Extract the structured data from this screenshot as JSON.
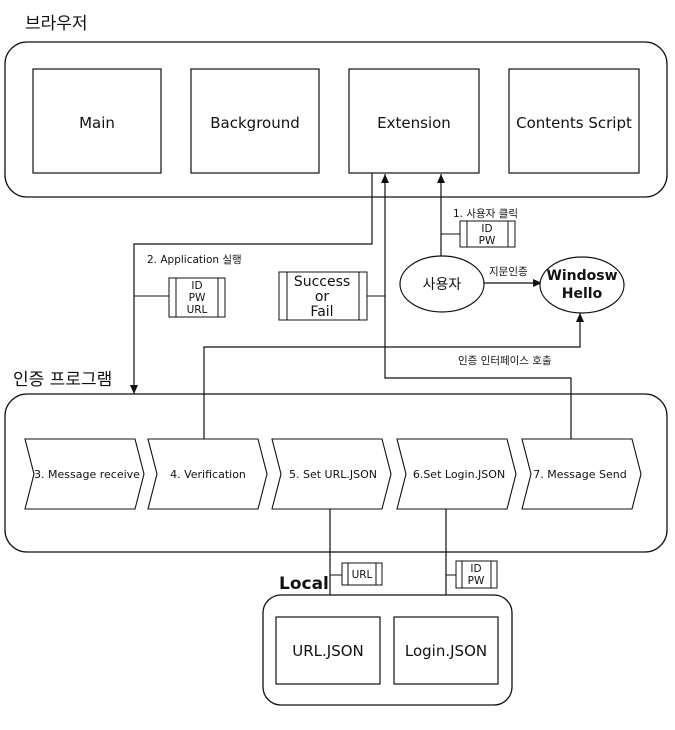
{
  "browser": {
    "title": "브라우저",
    "components": [
      "Main",
      "Background",
      "Extension",
      "Contents Script"
    ]
  },
  "auth_program": {
    "title": "인증 프로그램",
    "steps": [
      "3. Message receive",
      "4. Verification",
      "5. Set URL.JSON",
      "6.Set Login.JSON",
      "7. Message Send"
    ]
  },
  "local": {
    "title": "Local",
    "files": [
      "URL.JSON",
      "Login.JSON"
    ]
  },
  "nodes": {
    "user": "사용자",
    "hello_line1": "Windosw",
    "hello_line2": "Hello"
  },
  "labels": {
    "user_click": "1. 사용자 클릭",
    "app_run": "2. Application 실행",
    "fingerprint": "지문인증",
    "interface_call": "인증 인터페이스 호출"
  },
  "messages": {
    "id_pw": [
      "ID",
      "PW"
    ],
    "id_pw_url": [
      "ID",
      "PW",
      "URL"
    ],
    "success_fail": [
      "Success",
      "or",
      "Fail"
    ],
    "url": [
      "URL"
    ],
    "local_id_pw": [
      "ID",
      "PW"
    ]
  }
}
